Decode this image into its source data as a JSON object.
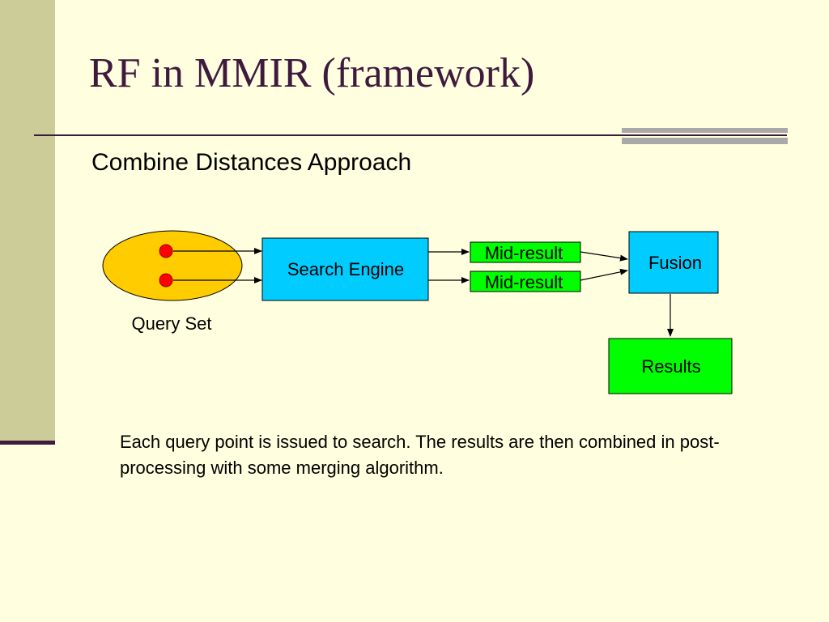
{
  "slide": {
    "title": "RF in MMIR (framework)",
    "subtitle": "Combine Distances Approach",
    "caption": "Each query point is issued to search. The results are then combined in post-processing with some merging algorithm."
  },
  "diagram": {
    "query_set_label": "Query Set",
    "search_engine_label": "Search Engine",
    "mid_result_1_label": "Mid-result",
    "mid_result_2_label": "Mid-result",
    "fusion_label": "Fusion",
    "results_label": "Results"
  },
  "colors": {
    "background": "#FFFFE0",
    "left_bar": "#CCCC99",
    "accent": "#3F1A3D",
    "query_set_fill": "#FFCC00",
    "query_point_fill": "#FF0000",
    "search_engine_fill": "#00CCFF",
    "mid_result_fill": "#00FF00",
    "fusion_fill": "#00CCFF",
    "results_fill": "#00FF00"
  }
}
